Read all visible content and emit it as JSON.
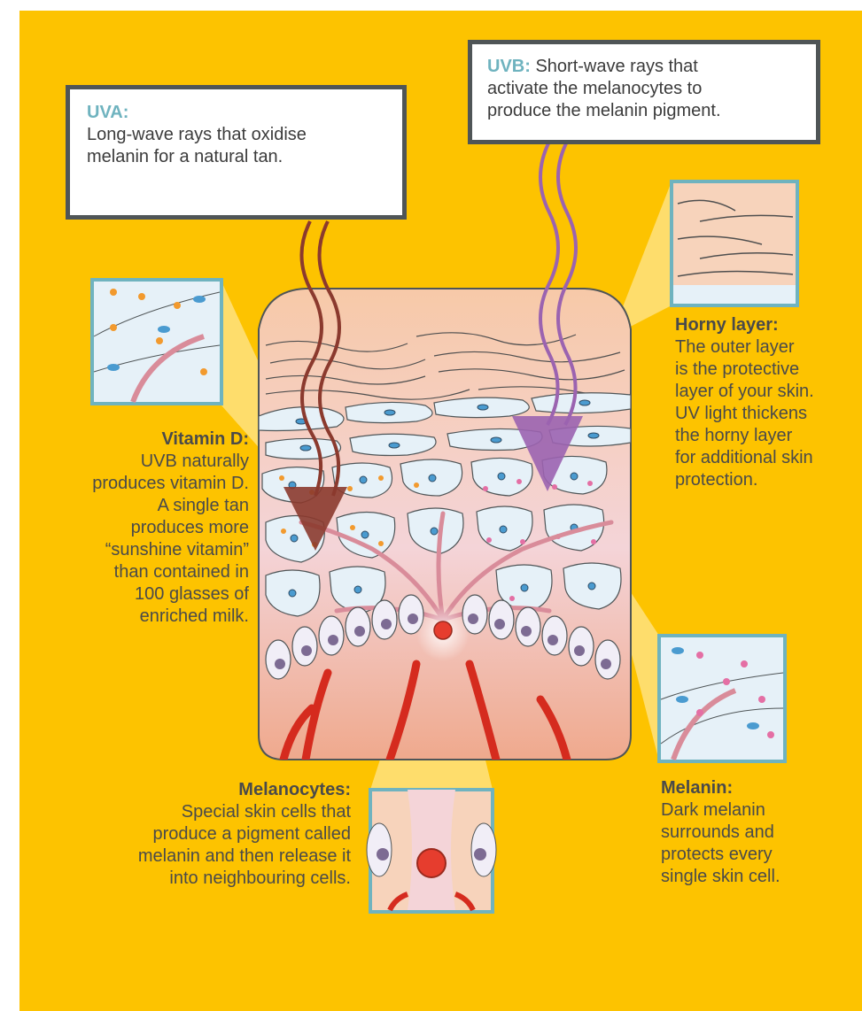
{
  "colors": {
    "background": "#FDC300",
    "heading_teal": "#6FB3BF",
    "frame": "#4F5557",
    "uva_ray": "#8B3A2E",
    "uvb_ray": "#9B63B0"
  },
  "uva": {
    "title": "UVA:",
    "lines": [
      "Long-wave rays that oxidise",
      "melanin for a natural tan."
    ]
  },
  "uvb": {
    "title": "UVB:",
    "first": "Short-wave rays that",
    "lines": [
      "activate the melanocytes to",
      "produce the melanin pigment."
    ]
  },
  "horny": {
    "title": "Horny layer:",
    "lines": [
      "The outer layer",
      "is the protective",
      "layer of your skin.",
      "UV light thickens",
      "the horny layer",
      "for additional skin",
      "protection."
    ]
  },
  "vitd": {
    "title": "Vitamin D:",
    "lines": [
      "UVB naturally",
      "produces vitamin D.",
      "A single tan",
      "produces more",
      "“sunshine vitamin”",
      "than contained in",
      "100 glasses of",
      "enriched milk."
    ]
  },
  "melanocytes": {
    "title": "Melanocytes:",
    "lines": [
      "Special skin cells that",
      "produce a pigment called",
      "melanin and then release it",
      "into neighbouring cells."
    ]
  },
  "melanin": {
    "title": "Melanin:",
    "lines": [
      "Dark melanin",
      "surrounds and",
      "protects every",
      "single skin cell."
    ]
  }
}
